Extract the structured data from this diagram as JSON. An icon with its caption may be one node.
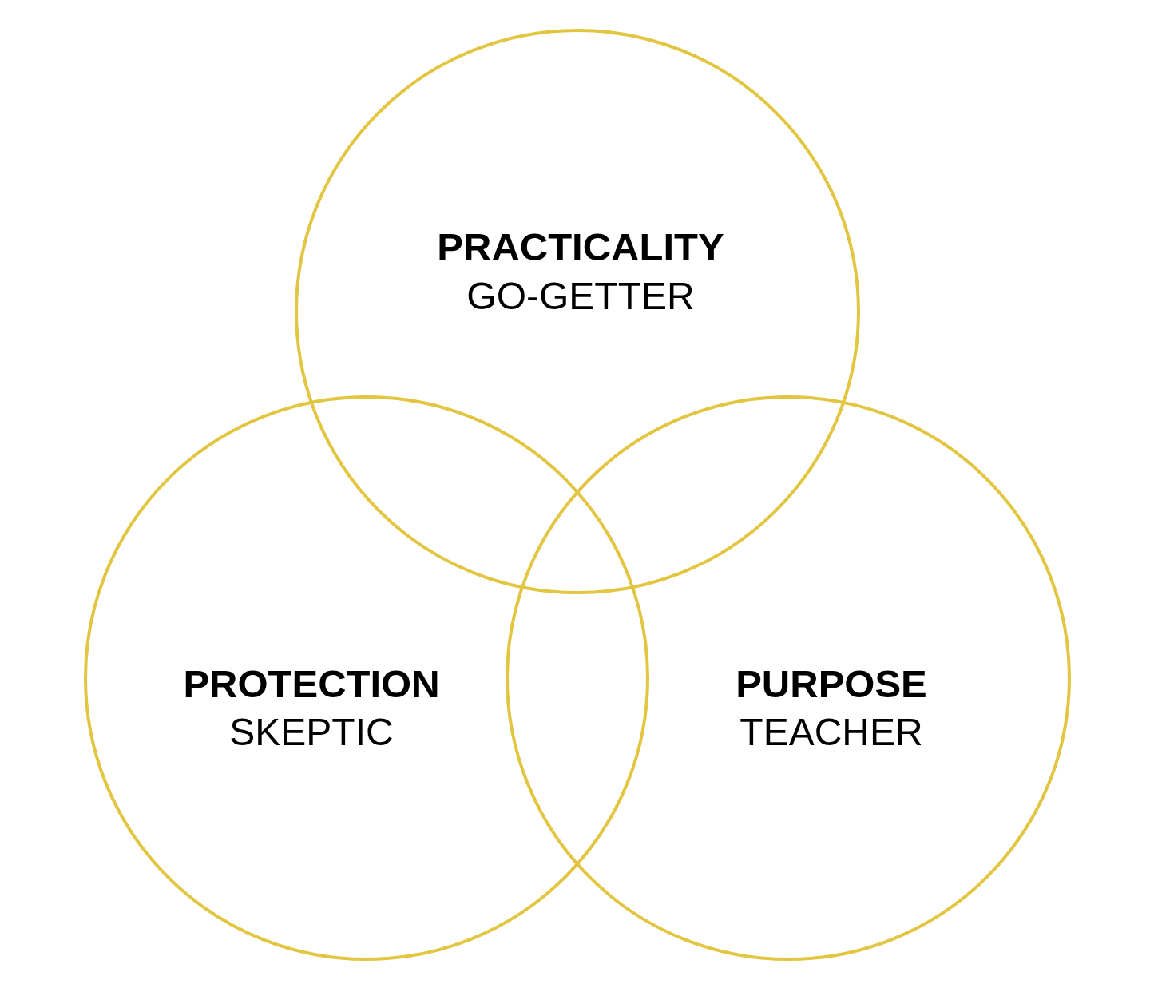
{
  "diagram": {
    "nodes": [
      {
        "text": [
          "PRACTICALITY",
          "GO-GETTER"
        ]
      },
      {
        "text": [
          "PROTECTION",
          "SKEPTIC"
        ]
      },
      {
        "text": [
          "PURPOSE",
          "TEACHER"
        ]
      }
    ]
  }
}
